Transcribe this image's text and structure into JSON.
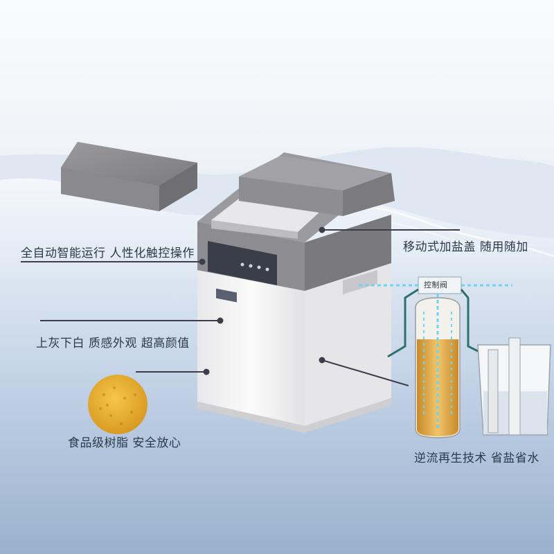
{
  "labels": {
    "auto_operation": "全自动智能运行  人性化触控操作",
    "lid": "移动式加盐盖  随用随加",
    "appearance": "上灰下白  质感外观  超高颜值",
    "resin": "食品级树脂  安全放心",
    "regeneration": "逆流再生技术  省盐省水",
    "control_valve": "控制阀"
  },
  "colors": {
    "sky_top": "#f3f6fa",
    "sky_bottom": "#8ea6c6",
    "water": "#c8d8ea",
    "device_gray": "#8c8c8e",
    "device_white": "#f4f4f4",
    "panel_dark": "#3a3e48",
    "resin_orange": "#d9a640",
    "flow_cyan": "#6fd4f2",
    "pointer": "#3c3c4a"
  }
}
